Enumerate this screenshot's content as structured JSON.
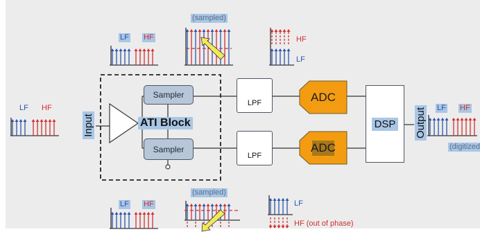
{
  "diagram": {
    "input_label": "Input",
    "output_label": "Output",
    "ati_block_label": "ATI Block",
    "sampler_top_label": "Sampler",
    "sampler_bottom_label": "Sampler",
    "lpf_top_label": "LPF",
    "lpf_bottom_label": "LPF",
    "adc_top_label": "ADC",
    "adc_bottom_label": "ADC",
    "dsp_label": "DSP"
  },
  "spectra": {
    "input": {
      "lf": "LF",
      "hf": "HF"
    },
    "top_pre": {
      "lf": "LF",
      "hf": "HF"
    },
    "top_sampled": {
      "tag": "(sampled)"
    },
    "top_post": {
      "hf": "HF",
      "lf": "LF"
    },
    "bottom_pre": {
      "lf": "LF",
      "hf": "HF"
    },
    "bottom_sampled": {
      "tag": "(sampled)"
    },
    "bottom_post": {
      "lf": "LF",
      "hf": "HF (out of phase)"
    },
    "output": {
      "lf": "LF",
      "hf": "HF",
      "tag": "(digitized)"
    }
  },
  "colors": {
    "lf": "#2a55a8",
    "hf": "#d32f2f",
    "adc": "#f39c12",
    "sampler": "#b7c6d9",
    "highlight": "#a9c6e6",
    "arrow": "#f2e85a"
  }
}
